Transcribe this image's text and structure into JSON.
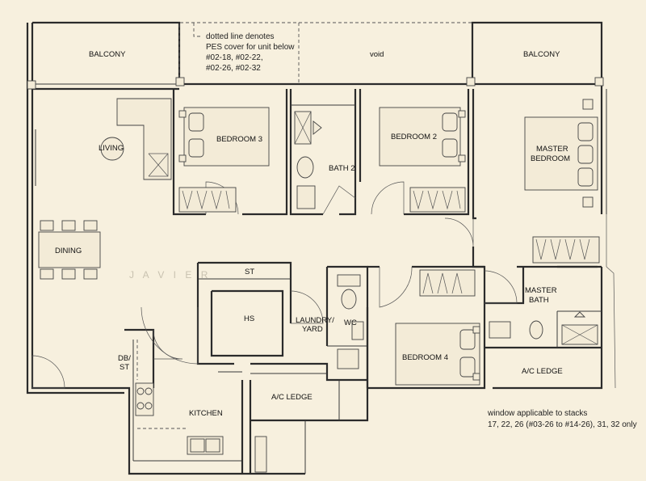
{
  "rooms": {
    "balcony_left": "BALCONY",
    "balcony_right": "BALCONY",
    "void": "void",
    "living": "LIVING",
    "dining": "DINING",
    "bedroom3": "BEDROOM 3",
    "bath2": "BATH 2",
    "bedroom2": "BEDROOM 2",
    "master_bedroom_1": "MASTER",
    "master_bedroom_2": "BEDROOM",
    "st": "ST",
    "hs": "HS",
    "laundry_1": "LAUNDRY/",
    "laundry_2": "YARD",
    "wc": "WC",
    "master_bath_1": "MASTER",
    "master_bath_2": "BATH",
    "bedroom4": "BEDROOM 4",
    "ac_ledge_right": "A/C LEDGE",
    "ac_ledge_bottom": "A/C LEDGE",
    "db_st_1": "DB/",
    "db_st_2": "ST",
    "kitchen": "KITCHEN"
  },
  "notes": {
    "pes_line1": "dotted line denotes",
    "pes_line2": "PES cover for unit below",
    "pes_line3": "#02-18, #02-22,",
    "pes_line4": "#02-26, #02-32",
    "window_line1": "window applicable to stacks",
    "window_line2": "17, 22, 26 (#03-26 to #14-26), 31, 32 only"
  },
  "watermark": "J A V I E R",
  "colors": {
    "background": "#f7f0de",
    "wall": "#2b2b2b",
    "watermark": "#c9c2b0"
  }
}
